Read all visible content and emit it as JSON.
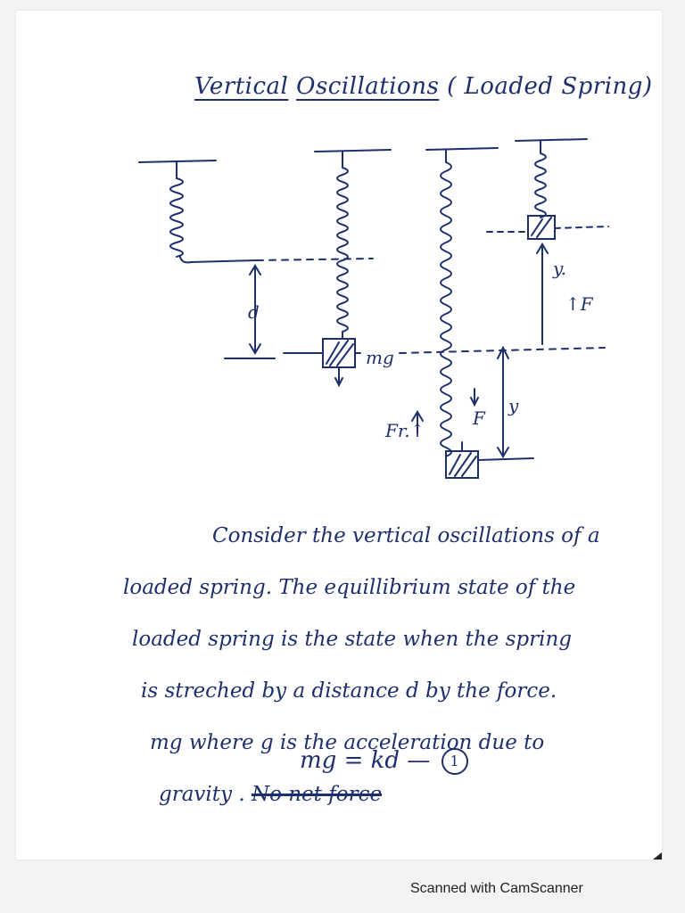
{
  "page": {
    "title_part1": "Vertical",
    "title_part2": "Oscillations",
    "title_part3": "( Loaded Spring)"
  },
  "diagram": {
    "labels": {
      "d": "d",
      "mg": "mg",
      "y_upper": "y.",
      "F_upper": "↑F",
      "Fr": "Fr.↑",
      "F_lower": "F",
      "y_lower": "y"
    }
  },
  "paragraph": {
    "lines": [
      "Consider the vertical oscillations of a",
      "loaded spring. The equillibrium state of the",
      "loaded spring is the state when the spring",
      "is streched by a distance d by the force.",
      "mg where g is the acceleration due to"
    ],
    "last_line_text": "gravity .",
    "struck_text": "No net force"
  },
  "equation": {
    "text": "mg = kd —",
    "number": "1"
  },
  "footer": {
    "text": "Scanned with CamScanner"
  }
}
